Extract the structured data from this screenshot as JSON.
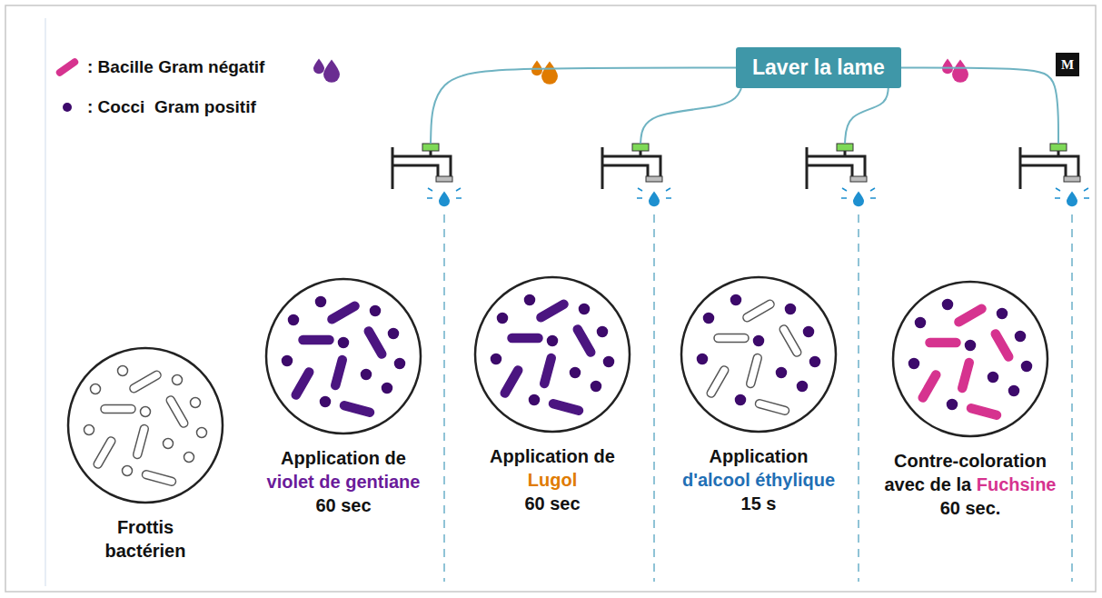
{
  "diagram": {
    "nodes": [
      {
        "text": [
          "Laver la lame"
        ]
      },
      {
        "text": [
          "Frottis bactérien"
        ]
      },
      {
        "text": [
          "Application de",
          "violet de gentiane",
          "60 sec"
        ]
      },
      {
        "text": [
          "Application de",
          "Lugol",
          "60 sec"
        ]
      },
      {
        "text": [
          "Application",
          "d'alcool éthylique",
          "15 s"
        ]
      },
      {
        "text": [
          "Contre-coloration",
          "avec de la",
          "Fuchsine",
          "60 sec."
        ]
      }
    ],
    "labels": [
      "M"
    ],
    "legend": [
      {
        "text": ": Bacille Gram négatif",
        "color": "#d6338f"
      },
      {
        "text": ": Cocci  Gram positif",
        "color": "#3d0a6b"
      }
    ]
  }
}
